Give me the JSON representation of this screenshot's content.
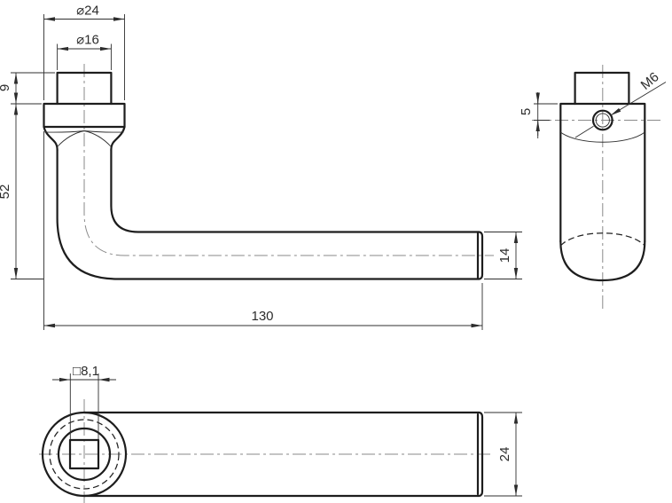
{
  "drawing": {
    "front_view": {
      "collar_diameter": "⌀24",
      "boss_diameter": "⌀16",
      "boss_height": "9",
      "height_to_lever_bottom": "52",
      "overall_length": "130",
      "lever_thickness": "14"
    },
    "side_view": {
      "thread_callout": "M6",
      "hole_offset_from_top": "5"
    },
    "bottom_view": {
      "square_socket_size": "□8,1",
      "lever_width": "24"
    }
  }
}
